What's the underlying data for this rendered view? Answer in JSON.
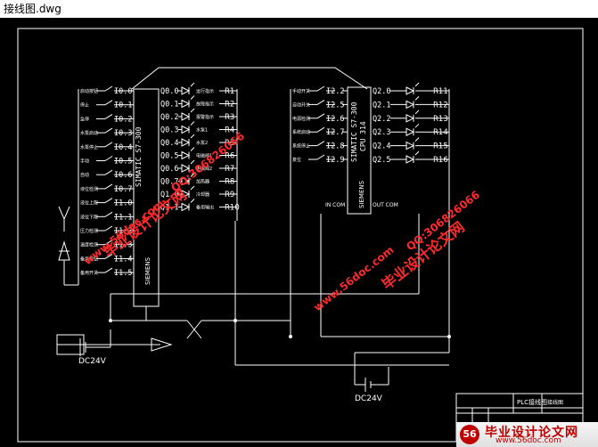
{
  "window": {
    "title": "接线图.dwg"
  },
  "left_plc": {
    "model_text": "SIMATIC S7-300",
    "brand": "SIEMENS",
    "input_labels": [
      "I0.0",
      "I0.1",
      "I0.2",
      "I0.3",
      "I0.4",
      "I0.5",
      "I0.6",
      "I0.7",
      "I1.0",
      "I1.1",
      "I1.2",
      "I1.3",
      "I1.4",
      "I1.5"
    ],
    "input_names": [
      "启动按钮",
      "停止",
      "急停",
      "水泵启动",
      "水泵停止",
      "手动",
      "自动",
      "液位检测",
      "液位上限",
      "液位下限",
      "压力检测",
      "温度检测",
      "备用按钮",
      "备用开关"
    ],
    "output_labels": [
      "Q0.0",
      "Q0.1",
      "Q0.2",
      "Q0.3",
      "Q0.4",
      "Q0.5",
      "Q0.6",
      "Q0.7",
      "Q1.0",
      "Q1.1"
    ],
    "output_names": [
      "运行指示",
      "故障指示",
      "报警指示",
      "水泵1",
      "水泵2",
      "电磁阀1",
      "电磁阀2",
      "加热器",
      "冷却器",
      "备用输出"
    ],
    "relay_labels": [
      "R1",
      "R2",
      "R3",
      "R4",
      "R5",
      "R6",
      "R7",
      "R8",
      "R9",
      "R10"
    ]
  },
  "right_plc": {
    "model_text": "SIMATIC S7-300",
    "cpu_text": "CPU 314",
    "brand": "SIEMENS",
    "in_com": "IN COM",
    "out_com": "OUT COM",
    "input_labels": [
      "I2.2",
      "I2.5",
      "I2.6",
      "I2.7",
      "I2.8",
      "I2.9"
    ],
    "input_names": [
      "手动开关",
      "自动开关",
      "电源检测",
      "系统启动",
      "系统停止",
      "复位"
    ],
    "output_labels": [
      "Q2.0",
      "Q2.1",
      "Q2.2",
      "Q2.3",
      "Q2.4",
      "Q2.5"
    ],
    "relay_labels": [
      "R11",
      "R12",
      "R13",
      "R14",
      "R15",
      "R16"
    ]
  },
  "power": {
    "left_label": "DC24V",
    "right_label": "DC24V"
  },
  "title_block": {
    "plc_label": "PLC接线图",
    "drawing_name": "接线图"
  },
  "watermarks": {
    "qq": "QQ:306826066",
    "site": "www.56doc.com",
    "brand": "毕业设计论文网",
    "logo_text": "毕业设计论文网",
    "logo_url": "www.56doc.com",
    "logo_mark": "56"
  },
  "colors": {
    "wire": "#ffffff",
    "background": "#000000",
    "watermark": "#ff2a2a"
  }
}
